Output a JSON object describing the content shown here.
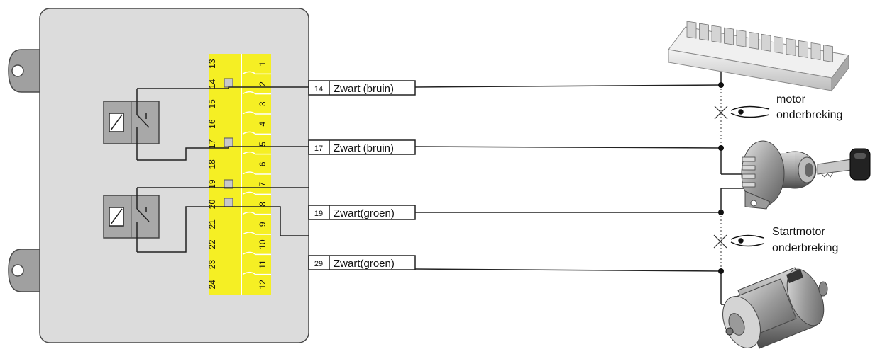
{
  "connector": {
    "top_pins": [
      "13",
      "14",
      "15",
      "16",
      "17",
      "18",
      "19",
      "20",
      "21",
      "22",
      "23",
      "24"
    ],
    "bottom_pins": [
      "1",
      "2",
      "3",
      "4",
      "5",
      "6",
      "7",
      "8",
      "9",
      "10",
      "11",
      "12"
    ]
  },
  "wires": [
    {
      "number": "14",
      "label": "Zwart (bruin)"
    },
    {
      "number": "17",
      "label": "Zwart (bruin)"
    },
    {
      "number": "19",
      "label": "Zwart(groen)"
    },
    {
      "number": "29",
      "label": "Zwart(groen)"
    }
  ],
  "annotations": {
    "motor_line1": "motor",
    "motor_line2": "onderbreking",
    "start_line1": "Startmotor",
    "start_line2": "onderbreking"
  },
  "colors": {
    "housing": "#dcdcdc",
    "connector": "#f5ef24",
    "wire": "#222222"
  }
}
